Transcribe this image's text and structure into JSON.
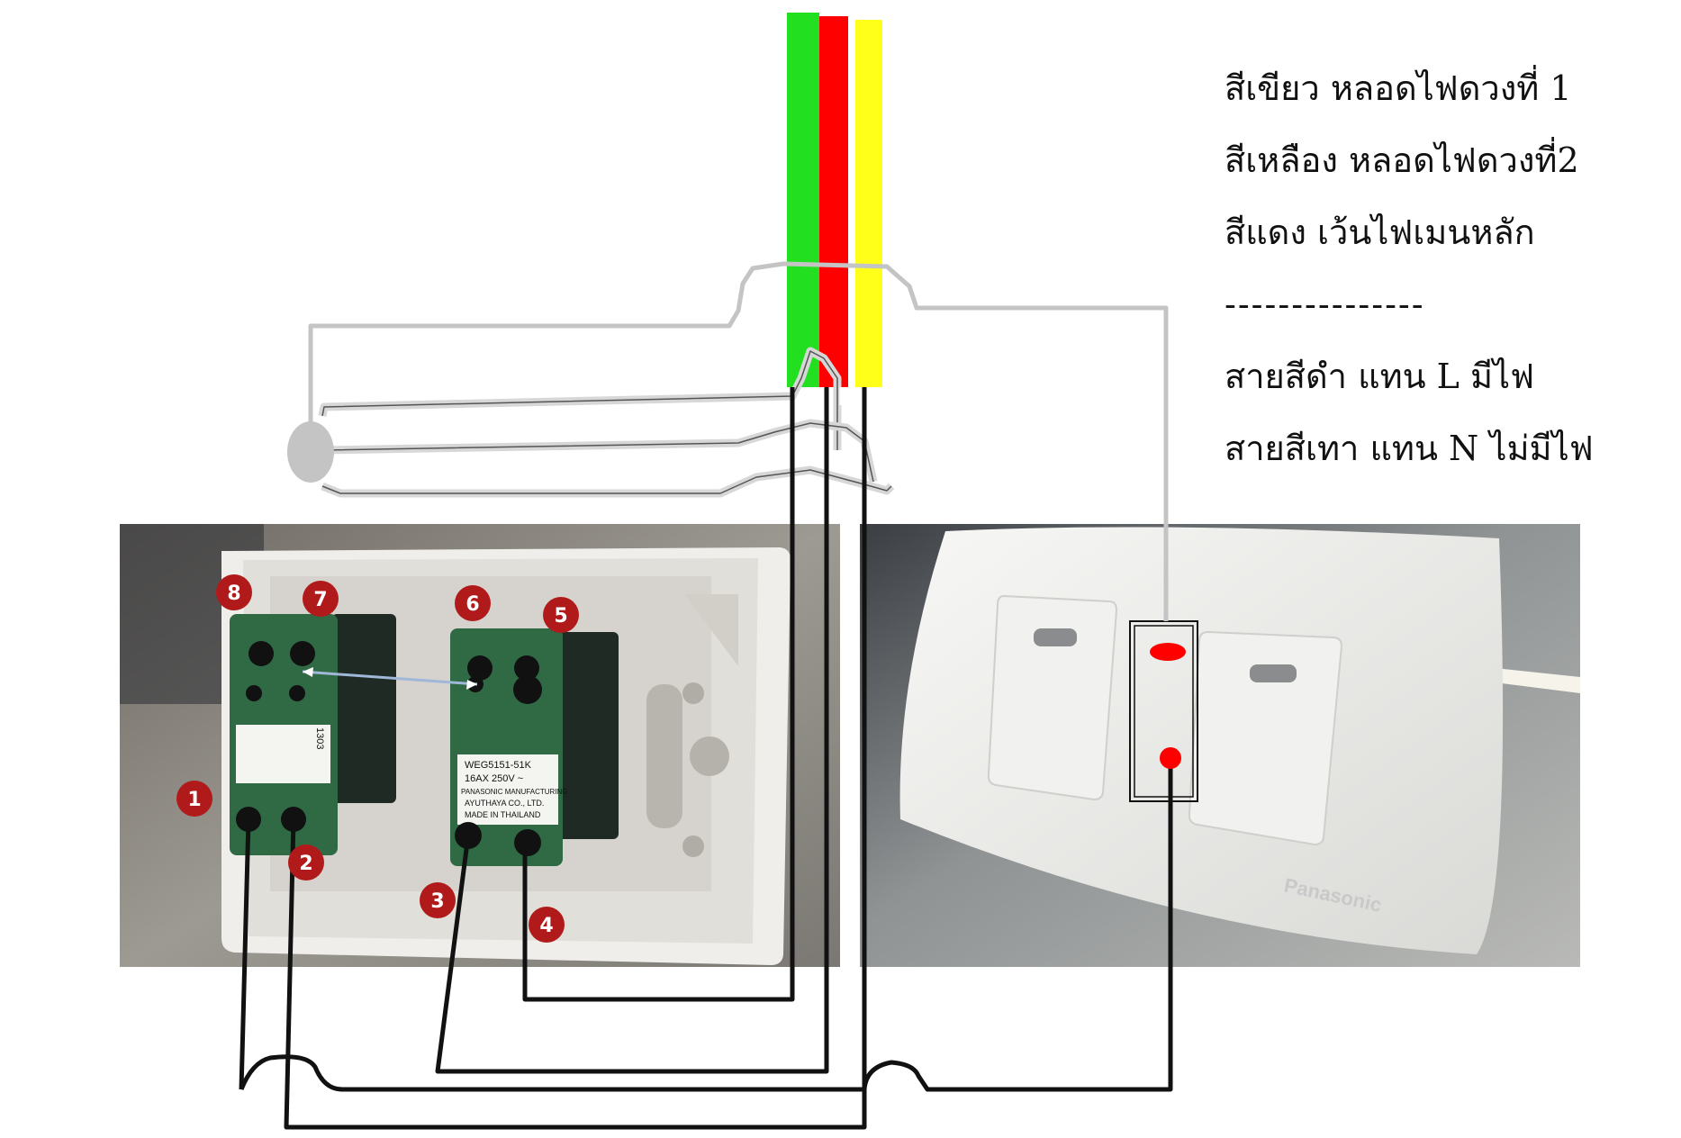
{
  "legend": {
    "green_line": "สีเขียว หลอดไฟดวงที่ 1",
    "yellow_line": "สีเหลือง หลอดไฟดวงที่2",
    "red_line": "สีแดง เว้นไฟเมนหลัก",
    "separator": "---------------",
    "black_wire_line": "สายสีดำ แทน L  มีไฟ",
    "gray_wire_line": "สายสีเทา แทน N ไม่มีไฟ"
  },
  "terminals": [
    "1",
    "2",
    "3",
    "4",
    "5",
    "6",
    "7",
    "8"
  ],
  "switch_module": {
    "model": "WEG5151-51K",
    "rating": "16AX 250V ~",
    "maker_1": "PANASONIC MANUFACTURING",
    "maker_2": "AYUTHAYA CO., LTD.",
    "origin": "MADE IN THAILAND",
    "side_code": "1303"
  },
  "faceplate": {
    "brand": "Panasonic"
  },
  "colors": {
    "green": "#22e01f",
    "red": "#ff0000",
    "yellow": "#ffff1a",
    "black_wire": "#111111",
    "gray_wire": "#c0c0c0",
    "badge": "#b11a1a",
    "module_green": "#2f6a45"
  }
}
